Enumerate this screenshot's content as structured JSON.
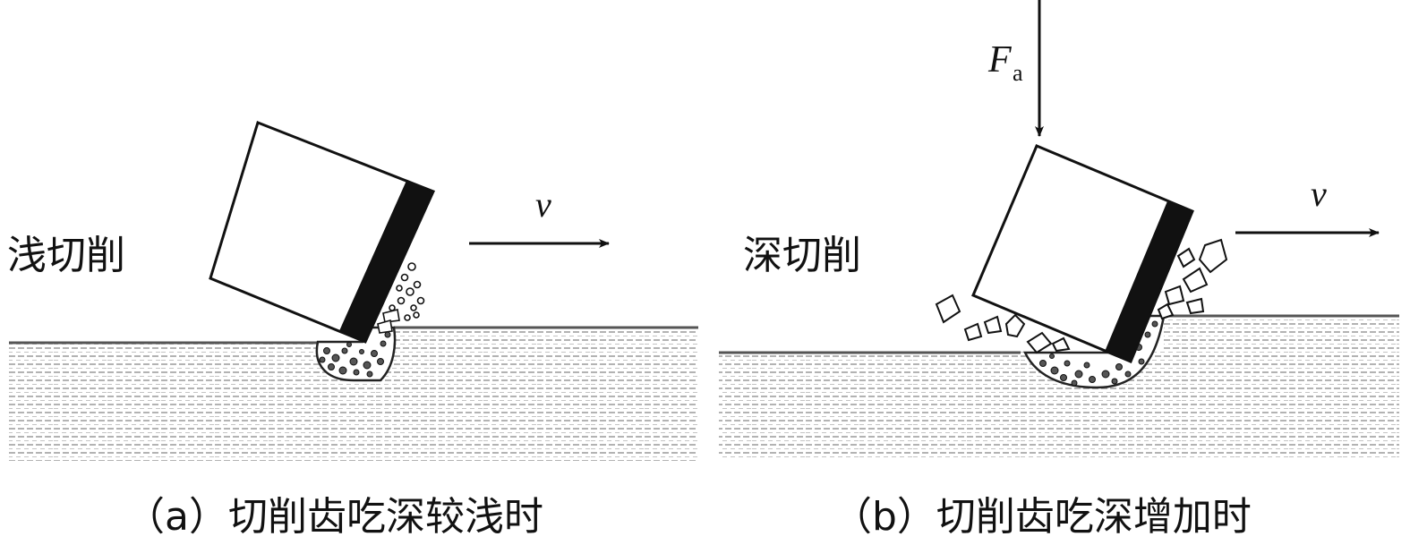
{
  "panel_a": {
    "side_label": "浅切削",
    "velocity_label": "v",
    "caption": "（a）切削齿吃深较浅时"
  },
  "panel_b": {
    "side_label": "深切削",
    "velocity_label": "v",
    "force_label": "F",
    "force_subscript": "a",
    "caption": "（b）切削齿吃深增加时"
  }
}
